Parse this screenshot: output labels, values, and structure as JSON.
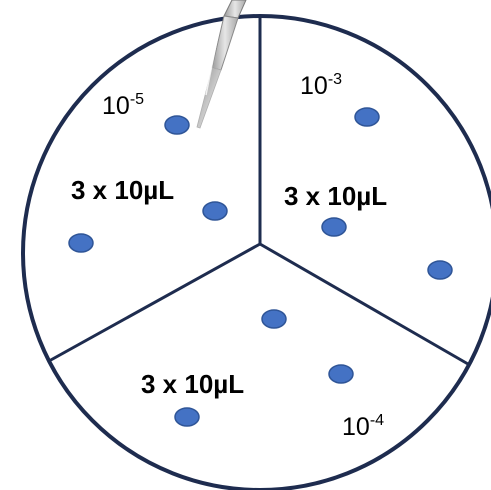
{
  "plate": {
    "outline_color": "#1e2c4f",
    "spot_color": "#4472c4",
    "spot_edge_color": "#2f5597",
    "sectors": [
      {
        "dilution_base": "10",
        "dilution_exp": "-5",
        "volume_label": "3 x 10µL"
      },
      {
        "dilution_base": "10",
        "dilution_exp": "-3",
        "volume_label": "3 x 10µL"
      },
      {
        "dilution_base": "10",
        "dilution_exp": "-4",
        "volume_label": "3 x 10µL"
      }
    ]
  },
  "pipette": {
    "icon": "pipette-tip-icon"
  }
}
